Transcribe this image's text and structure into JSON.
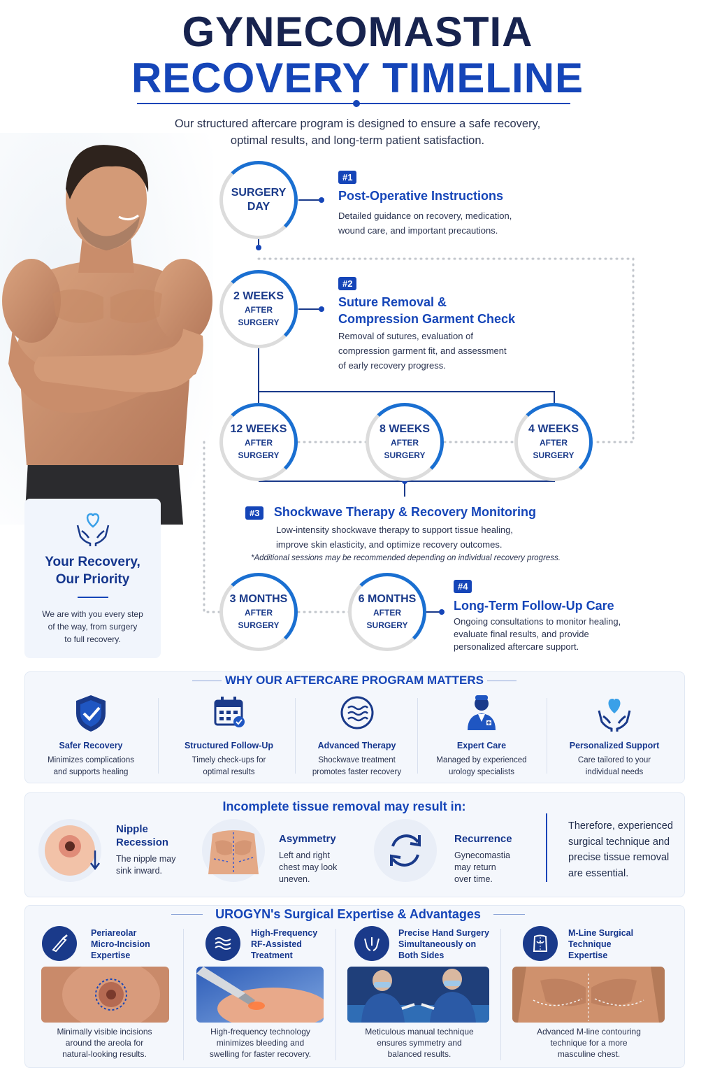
{
  "header": {
    "title_line1": "GYNECOMASTIA",
    "title_line2": "RECOVERY TIMELINE",
    "intro_line1": "Our structured aftercare program is designed to ensure a safe recovery,",
    "intro_line2": "optimal results, and long-term patient satisfaction."
  },
  "priority_card": {
    "title_line1": "Your Recovery,",
    "title_line2": "Our Priority",
    "text_line1": "We are with you every step",
    "text_line2": "of the way, from surgery",
    "text_line3": "to full recovery.",
    "icon": "heart-hands-icon"
  },
  "timeline": {
    "circles": {
      "surgery_day": {
        "main1": "SURGERY",
        "main2": "DAY"
      },
      "two_weeks": {
        "main": "2 WEEKS",
        "sub1": "AFTER",
        "sub2": "SURGERY"
      },
      "twelve_weeks": {
        "main": "12 WEEKS",
        "sub1": "AFTER",
        "sub2": "SURGERY"
      },
      "eight_weeks": {
        "main": "8 WEEKS",
        "sub1": "AFTER",
        "sub2": "SURGERY"
      },
      "four_weeks": {
        "main": "4 WEEKS",
        "sub1": "AFTER",
        "sub2": "SURGERY"
      },
      "three_months": {
        "main": "3 MONTHS",
        "sub1": "AFTER",
        "sub2": "SURGERY"
      },
      "six_months": {
        "main": "6 MONTHS",
        "sub1": "AFTER",
        "sub2": "SURGERY"
      }
    },
    "steps": {
      "s1": {
        "badge": "#1",
        "title": "Post-Operative Instructions",
        "text1": "Detailed guidance on recovery, medication,",
        "text2": "wound care, and important precautions."
      },
      "s2": {
        "badge": "#2",
        "title1": "Suture Removal &",
        "title2": "Compression Garment Check",
        "text1": "Removal of sutures, evaluation of",
        "text2": "compression garment fit, and assessment",
        "text3": "of early recovery progress."
      },
      "s3": {
        "badge": "#3",
        "title": "Shockwave Therapy & Recovery Monitoring",
        "text1": "Low-intensity shockwave therapy to support tissue healing,",
        "text2": "improve skin elasticity, and optimize recovery outcomes.",
        "note": "*Additional sessions may be recommended depending on individual recovery progress."
      },
      "s4": {
        "badge": "#4",
        "title": "Long-Term Follow-Up Care",
        "text1": "Ongoing consultations to monitor healing,",
        "text2": "evaluate final results, and provide",
        "text3": "personalized aftercare support."
      }
    },
    "accent_color": "#1a6fd1",
    "ring_grey": "#dcdcdc"
  },
  "why": {
    "title": "WHY OUR AFTERCARE PROGRAM MATTERS",
    "items": [
      {
        "name": "Safer Recovery",
        "text1": "Minimizes complications",
        "text2": "and supports healing",
        "icon": "shield-check-icon"
      },
      {
        "name": "Structured Follow-Up",
        "text1": "Timely check-ups for",
        "text2": "optimal results",
        "icon": "calendar-icon"
      },
      {
        "name": "Advanced Therapy",
        "text1": "Shockwave treatment",
        "text2": "promotes faster recovery",
        "icon": "wave-icon"
      },
      {
        "name": "Expert Care",
        "text1": "Managed by experienced",
        "text2": "urology specialists",
        "icon": "doctor-icon"
      },
      {
        "name": "Personalized Support",
        "text1": "Care tailored to your",
        "text2": "individual needs",
        "icon": "heart-hands-icon"
      }
    ]
  },
  "risks": {
    "title": "Incomplete tissue removal may result in:",
    "items": [
      {
        "title1": "Nipple",
        "title2": "Recession",
        "text1": "The nipple may",
        "text2": "sink inward.",
        "icon": "nipple-icon"
      },
      {
        "title1": "Asymmetry",
        "text1": "Left and right",
        "text2": "chest may look",
        "text3": "uneven.",
        "icon": "chest-icon"
      },
      {
        "title1": "Recurrence",
        "text1": "Gynecomastia",
        "text2": "may return",
        "text3": "over time.",
        "icon": "refresh-icon"
      }
    ],
    "conclusion1": "Therefore, experienced",
    "conclusion2": "surgical technique and",
    "conclusion3": "precise tissue removal",
    "conclusion4": "are essential."
  },
  "expertise": {
    "title": "UROGYN's Surgical Expertise & Advantages",
    "items": [
      {
        "title1": "Periareolar",
        "title2": "Micro-Incision",
        "title3": "Expertise",
        "text1": "Minimally visible incisions",
        "text2": "around the areola for",
        "text3": "natural-looking results.",
        "icon": "scalpel-icon"
      },
      {
        "title1": "High-Frequency",
        "title2": "RF-Assisted",
        "title3": "Treatment",
        "text1": "High-frequency technology",
        "text2": "minimizes bleeding and",
        "text3": "swelling for faster recovery.",
        "icon": "wave-icon"
      },
      {
        "title1": "Precise Hand Surgery",
        "title2": "Simultaneously on",
        "title3": "Both Sides",
        "text1": "Meticulous manual technique",
        "text2": "ensures symmetry and",
        "text3": "balanced results.",
        "icon": "hands-icon"
      },
      {
        "title1": "M-Line Surgical",
        "title2": "Technique",
        "title3": "Expertise",
        "text1": "Advanced M-line contouring",
        "text2": "technique for a more",
        "text3": "masculine chest.",
        "icon": "torso-icon"
      }
    ]
  }
}
